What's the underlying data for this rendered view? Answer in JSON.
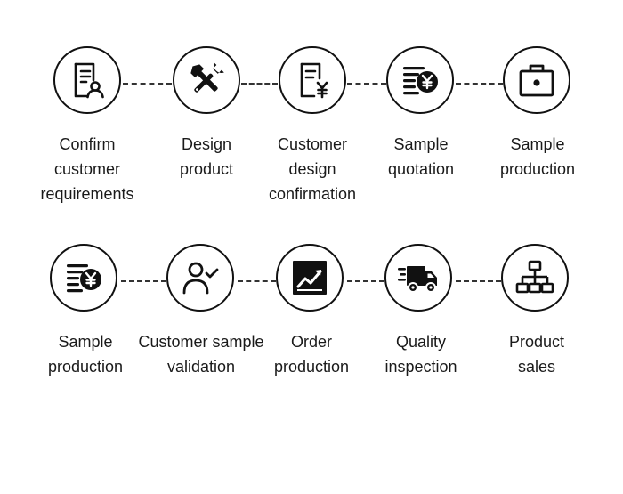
{
  "rows": [
    {
      "steps": [
        {
          "icon": "requirements-document-icon",
          "label": [
            "Confirm",
            "customer",
            "requirements"
          ]
        },
        {
          "icon": "tools-icon",
          "label": [
            "Design",
            "product"
          ]
        },
        {
          "icon": "design-confirmation-icon",
          "label": [
            "Customer",
            "design",
            "confirmation"
          ]
        },
        {
          "icon": "quotation-yen-icon",
          "label": [
            "Sample",
            "quotation"
          ]
        },
        {
          "icon": "briefcase-icon",
          "label": [
            "Sample",
            "production"
          ]
        }
      ]
    },
    {
      "steps": [
        {
          "icon": "sample-cost-yen-icon",
          "label": [
            "Sample",
            "production"
          ]
        },
        {
          "icon": "user-check-icon",
          "label": [
            "Customer sample",
            "validation"
          ]
        },
        {
          "icon": "growth-chart-icon",
          "label": [
            "Order",
            "production"
          ]
        },
        {
          "icon": "delivery-truck-icon",
          "label": [
            "Quality",
            "inspection"
          ]
        },
        {
          "icon": "hierarchy-icon",
          "label": [
            "Product",
            "sales"
          ]
        }
      ]
    }
  ],
  "colors": {
    "stroke": "#111111",
    "text": "#1a1a1a",
    "background": "#ffffff"
  }
}
